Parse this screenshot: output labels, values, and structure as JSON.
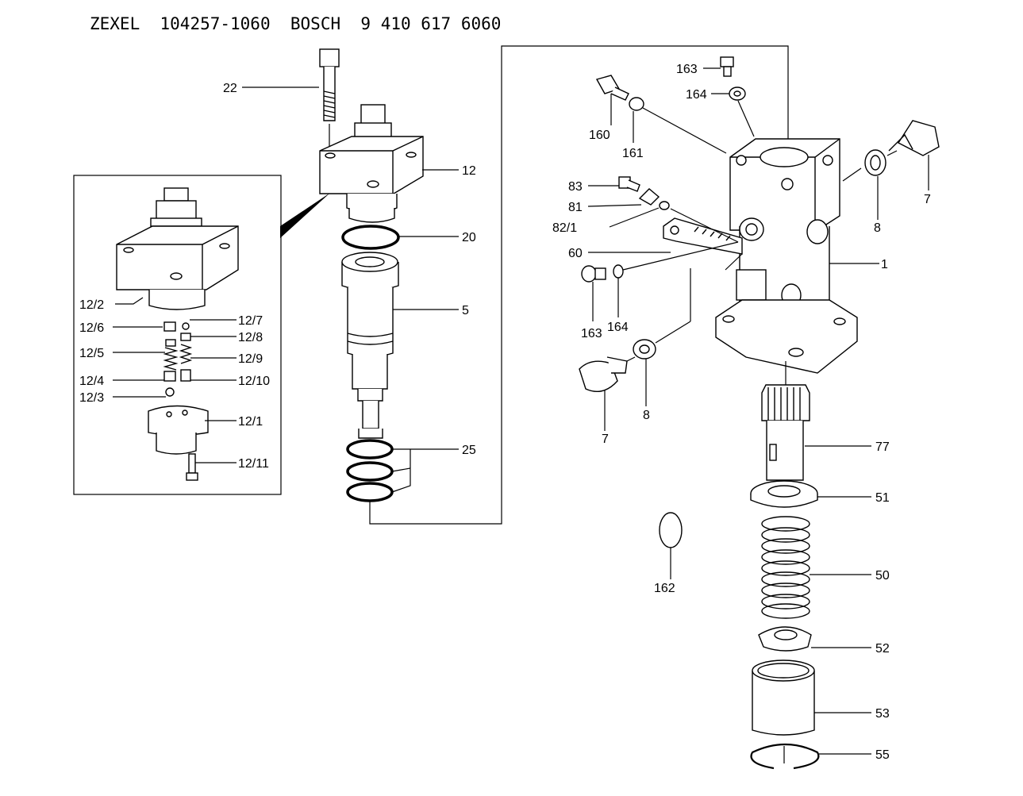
{
  "header": {
    "brand_a": "ZEXEL",
    "part_a": "104257-1060",
    "brand_b": "BOSCH",
    "part_b": "9 410 617 6060"
  },
  "labels": {
    "l22": "22",
    "l12": "12",
    "l20": "20",
    "l5": "5",
    "l25": "25",
    "l12_2": "12/2",
    "l12_6": "12/6",
    "l12_7": "12/7",
    "l12_8": "12/8",
    "l12_5": "12/5",
    "l12_9": "12/9",
    "l12_4": "12/4",
    "l12_10": "12/10",
    "l12_3": "12/3",
    "l12_1": "12/1",
    "l12_11": "12/11",
    "l163a": "163",
    "l164a": "164",
    "l160": "160",
    "l161": "161",
    "l7a": "7",
    "l8a": "8",
    "l83": "83",
    "l81": "81",
    "l82_1": "82/1",
    "l60": "60",
    "l1": "1",
    "l163b": "163",
    "l164b": "164",
    "l7b": "7",
    "l8b": "8",
    "l77": "77",
    "l51": "51",
    "l162": "162",
    "l50": "50",
    "l52": "52",
    "l53": "53",
    "l55": "55"
  }
}
